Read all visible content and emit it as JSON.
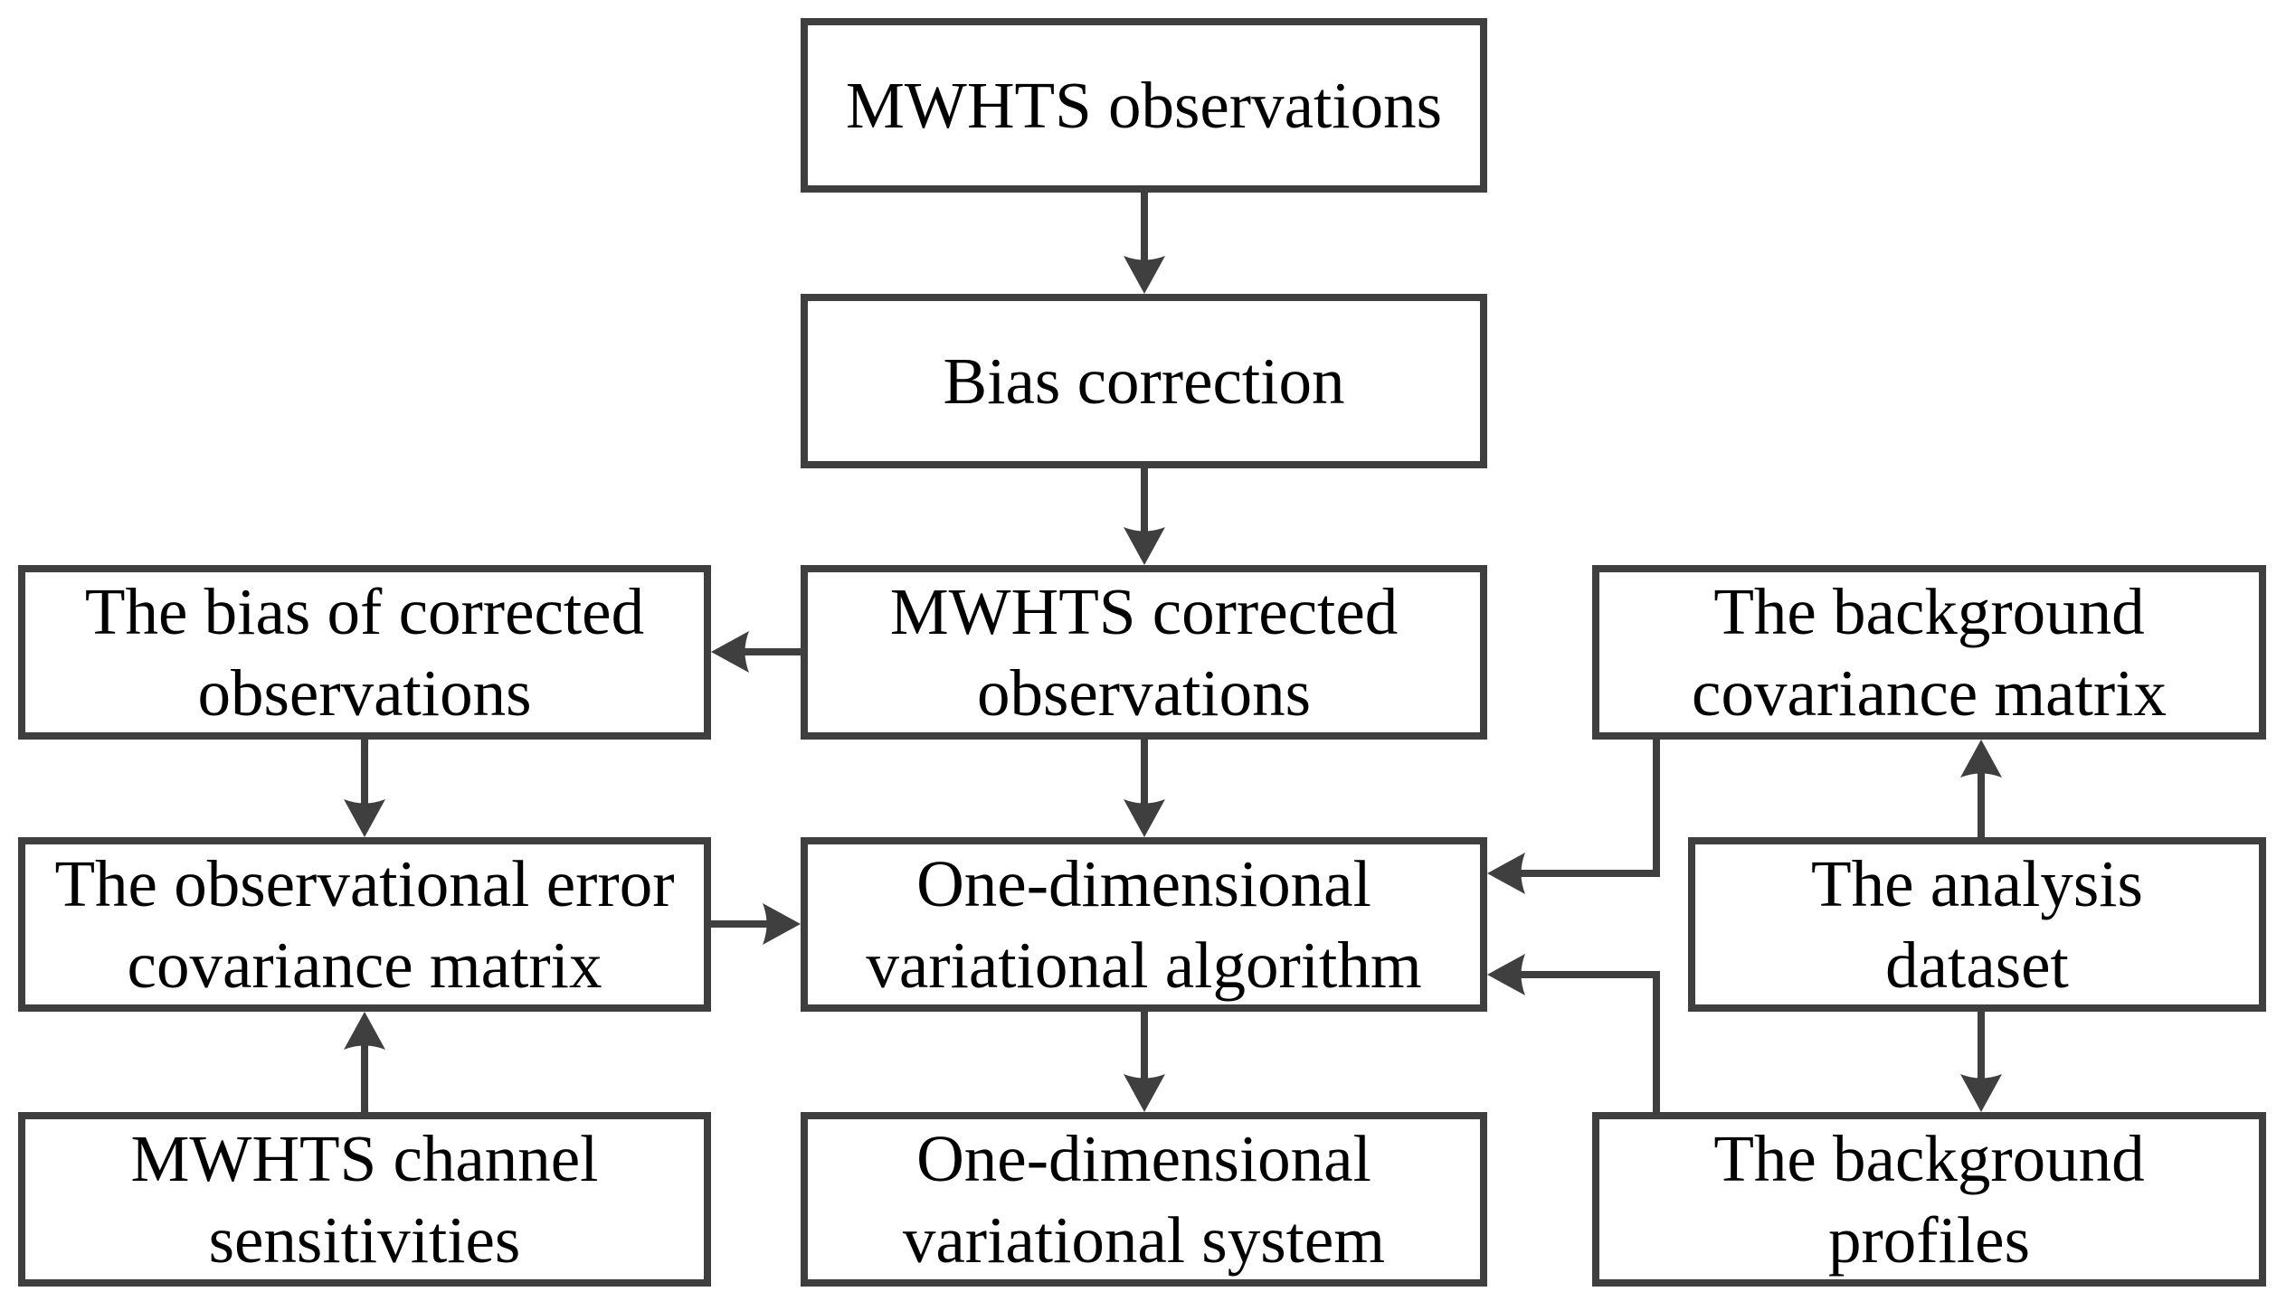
{
  "diagram": {
    "title": "MWHTS one-dimensional variational system flowchart",
    "colors": {
      "background": "#ffffff",
      "line": "#3f3f3f",
      "text": "#000000"
    },
    "nodes": [
      {
        "id": "mwhts-observations",
        "label": "MWHTS observations"
      },
      {
        "id": "bias-correction",
        "label": "Bias correction"
      },
      {
        "id": "bias-of-corrected-observations",
        "label": "The bias of corrected\nobservations"
      },
      {
        "id": "mwhts-corrected-observations",
        "label": "MWHTS corrected\nobservations"
      },
      {
        "id": "background-covariance-matrix",
        "label": "The background\ncovariance matrix"
      },
      {
        "id": "observational-error-covariance-matrix",
        "label": "The observational error\ncovariance matrix"
      },
      {
        "id": "one-dimensional-variational-algorithm",
        "label": "One-dimensional\nvariational algorithm"
      },
      {
        "id": "analysis-dataset",
        "label": "The analysis\ndataset"
      },
      {
        "id": "mwhts-channel-sensitivities",
        "label": "MWHTS channel\nsensitivities"
      },
      {
        "id": "one-dimensional-variational-system",
        "label": "One-dimensional\nvariational system"
      },
      {
        "id": "background-profiles",
        "label": "The background\nprofiles"
      }
    ],
    "edges": [
      {
        "from": "mwhts-observations",
        "to": "bias-correction"
      },
      {
        "from": "bias-correction",
        "to": "mwhts-corrected-observations"
      },
      {
        "from": "mwhts-corrected-observations",
        "to": "bias-of-corrected-observations"
      },
      {
        "from": "bias-of-corrected-observations",
        "to": "observational-error-covariance-matrix"
      },
      {
        "from": "mwhts-channel-sensitivities",
        "to": "observational-error-covariance-matrix"
      },
      {
        "from": "observational-error-covariance-matrix",
        "to": "one-dimensional-variational-algorithm"
      },
      {
        "from": "mwhts-corrected-observations",
        "to": "one-dimensional-variational-algorithm"
      },
      {
        "from": "background-covariance-matrix",
        "to": "one-dimensional-variational-algorithm"
      },
      {
        "from": "background-profiles",
        "to": "one-dimensional-variational-algorithm"
      },
      {
        "from": "analysis-dataset",
        "to": "background-covariance-matrix"
      },
      {
        "from": "analysis-dataset",
        "to": "background-profiles"
      },
      {
        "from": "one-dimensional-variational-algorithm",
        "to": "one-dimensional-variational-system"
      }
    ]
  }
}
